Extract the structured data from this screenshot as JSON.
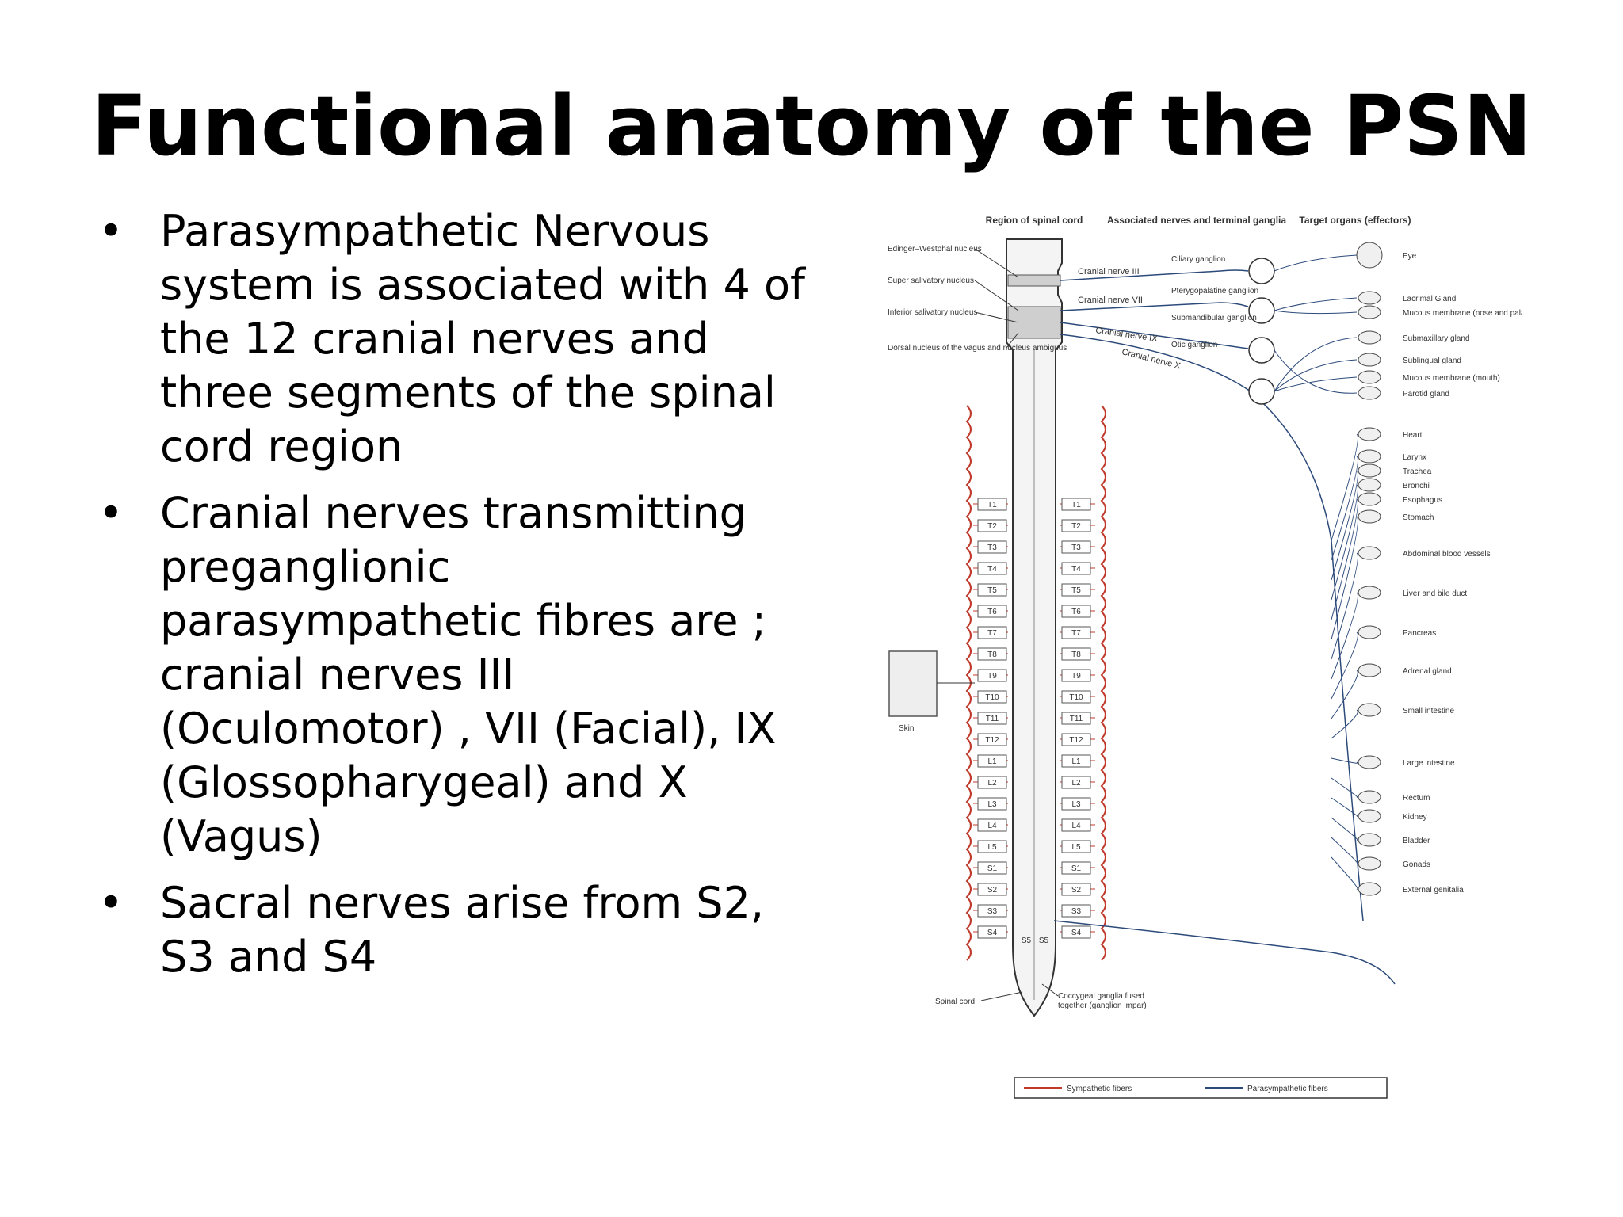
{
  "title": "Functional anatomy of the PSN",
  "bullets": [
    "Parasympathetic Nervous system is associated with 4 of the 12 cranial nerves and three segments of the spinal cord region",
    "Cranial nerves transmitting preganglionic parasympathetic fibres are ; cranial nerves III (Oculomotor) , VII  (Facial), IX  (Glossopharygeal) and X (Vagus)",
    "Sacral nerves arise from S2, S3 and S4"
  ],
  "bullet_glyph": "•",
  "diagram": {
    "headers": {
      "region": "Region of spinal cord",
      "nerves": "Associated nerves and terminal ganglia",
      "targets": "Target organs (effectors)"
    },
    "nuclei": [
      "Edinger–Westphal nucleus",
      "Super salivatory nucleus",
      "Inferior salivatory nucleus",
      "Dorsal nucleus of the vagus and nucleus ambiguus"
    ],
    "cranial_nerves": [
      "Cranial nerve III",
      "Cranial nerve VII",
      "Cranial nerve IX",
      "Cranial nerve X"
    ],
    "ganglia": [
      "Ciliary ganglion",
      "Pterygopalatine ganglion",
      "Submandibular ganglion",
      "Otic ganglion"
    ],
    "segments_left": [
      "T1",
      "T2",
      "T3",
      "T4",
      "T5",
      "T6",
      "T7",
      "T8",
      "T9",
      "T10",
      "T11",
      "T12",
      "L1",
      "L2",
      "L3",
      "L4",
      "L5",
      "S1",
      "S2",
      "S3",
      "S4"
    ],
    "segments_right": [
      "T1",
      "T2",
      "T3",
      "T4",
      "T5",
      "T6",
      "T7",
      "T8",
      "T9",
      "T10",
      "T11",
      "T12",
      "L1",
      "L2",
      "L3",
      "L4",
      "L5",
      "S1",
      "S2",
      "S3",
      "S4"
    ],
    "s5_labels": [
      "S5",
      "S5"
    ],
    "targets": [
      "Eye",
      "Lacrimal Gland",
      "Mucous membrane (nose and palate)",
      "Submaxillary gland",
      "Sublingual gland",
      "Mucous membrane (mouth)",
      "Parotid gland",
      "Heart",
      "Larynx",
      "Trachea",
      "Bronchi",
      "Esophagus",
      "Stomach",
      "Abdominal blood vessels",
      "Liver and bile duct",
      "Pancreas",
      "Adrenal gland",
      "Small intestine",
      "Large intestine",
      "Rectum",
      "Kidney",
      "Bladder",
      "Gonads",
      "External genitalia"
    ],
    "skin_label": "Skin",
    "spinal_cord_label": "Spinal cord",
    "coccygeal_label": "Coccygeal ganglia fused together (ganglion impar)",
    "legend": {
      "sympathetic": "Sympathetic fibers",
      "parasympathetic": "Parasympathetic fibers"
    },
    "colors": {
      "sympathetic": "#c0392b",
      "parasympathetic": "#2c4a7a",
      "cord_fill": "#cfcfcf"
    }
  }
}
